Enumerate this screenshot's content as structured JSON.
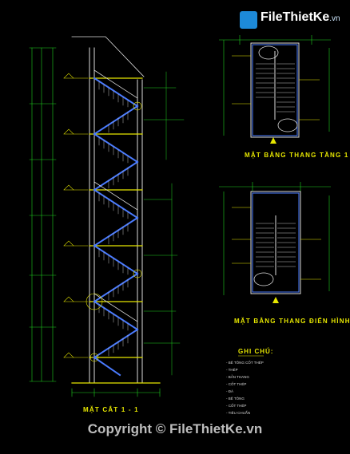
{
  "logo": {
    "brand": "FileThietKe",
    "suffix": ".vn"
  },
  "captions": {
    "section": "MẶT CẮT 1 - 1",
    "plan_ground": "MẶT BẰNG THANG TẦNG 1",
    "plan_typical": "MẶT BẰNG THANG ĐIỂN HÌNH"
  },
  "notes": {
    "title": "GHI CHÚ:",
    "lines": [
      "- BÊ TÔNG CỐT THÉP",
      "- THÉP",
      "- BẢN THANG",
      "- CỐT THÉP",
      "- ĐÁ",
      "- BÊ TÔNG",
      "- CỐT THÉP",
      "- TIÊU CHUẨN"
    ]
  },
  "watermark": "Copyright © FileThietKe.vn"
}
